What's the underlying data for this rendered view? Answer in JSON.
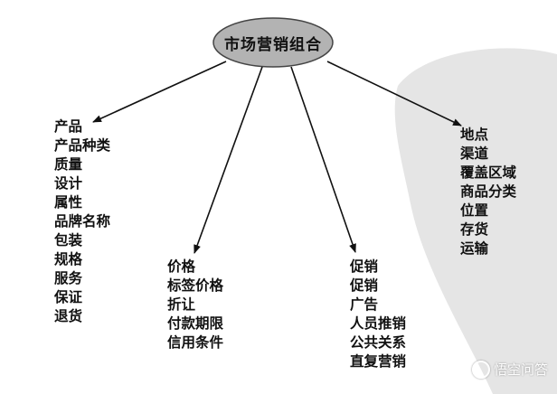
{
  "center": {
    "label": "市场营销组合"
  },
  "branches": [
    {
      "id": "product",
      "title": "产品",
      "items": [
        "产品种类",
        "质量",
        "设计",
        "属性",
        "品牌名称",
        "包装",
        "规格",
        "服务",
        "保证",
        "退货"
      ]
    },
    {
      "id": "price",
      "title": "价格",
      "items": [
        "标签价格",
        "折让",
        "付款期限",
        "信用条件"
      ]
    },
    {
      "id": "promotion",
      "title": "促销",
      "items": [
        "促销",
        "广告",
        "人员推销",
        "公共关系",
        "直复营销"
      ]
    },
    {
      "id": "place",
      "title": "地点",
      "items": [
        "渠道",
        "覆盖区域",
        "商品分类",
        "位置",
        "存货",
        "运输"
      ]
    }
  ],
  "watermark": {
    "text": "悟空问答"
  },
  "colors": {
    "ellipse_fill": "#b3b3b3",
    "ellipse_stroke": "#444444",
    "text": "#111111",
    "background_shape": "#e5e5e5"
  }
}
